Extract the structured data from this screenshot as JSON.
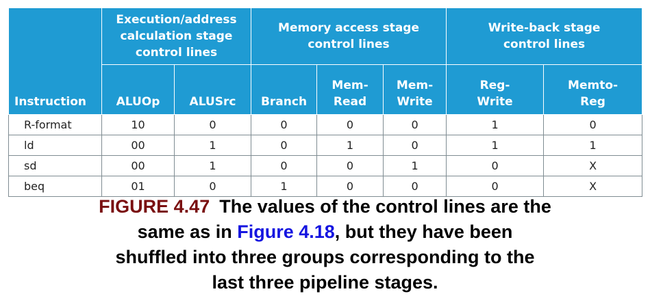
{
  "table": {
    "instruction_header": "Instruction",
    "groups": [
      {
        "lines": [
          "Execution/address",
          "calculation stage",
          "control lines"
        ]
      },
      {
        "lines": [
          "Memory access stage",
          "control lines"
        ]
      },
      {
        "lines": [
          "Write-back stage",
          "control lines"
        ]
      }
    ],
    "subheaders": [
      {
        "lines": [
          "ALUOp"
        ]
      },
      {
        "lines": [
          "ALUSrc"
        ]
      },
      {
        "lines": [
          "Branch"
        ]
      },
      {
        "lines": [
          "Mem-",
          "Read"
        ]
      },
      {
        "lines": [
          "Mem-",
          "Write"
        ]
      },
      {
        "lines": [
          "Reg-",
          "Write"
        ]
      },
      {
        "lines": [
          "Memto-",
          "Reg"
        ]
      }
    ],
    "rows": [
      {
        "instruction": "R-format",
        "values": [
          "10",
          "0",
          "0",
          "0",
          "0",
          "1",
          "0"
        ]
      },
      {
        "instruction": "ld",
        "values": [
          "00",
          "1",
          "0",
          "1",
          "0",
          "1",
          "1"
        ]
      },
      {
        "instruction": "sd",
        "values": [
          "00",
          "1",
          "0",
          "0",
          "1",
          "0",
          "X"
        ]
      },
      {
        "instruction": "beq",
        "values": [
          "01",
          "0",
          "1",
          "0",
          "0",
          "0",
          "X"
        ]
      }
    ]
  },
  "caption": {
    "label": "FIGURE 4.47",
    "text_before_ref": "The values of the control lines are the",
    "text_line2_start": "same as in",
    "figure_ref": "Figure 4.18",
    "text_line2_end": ", but they have been",
    "line3": "shuffled into three groups corresponding to the",
    "line4": "last three pipeline stages."
  },
  "colors": {
    "header_bg": "#1f9bd3",
    "label_color": "#7a0f10",
    "link_color": "#1515e0"
  }
}
